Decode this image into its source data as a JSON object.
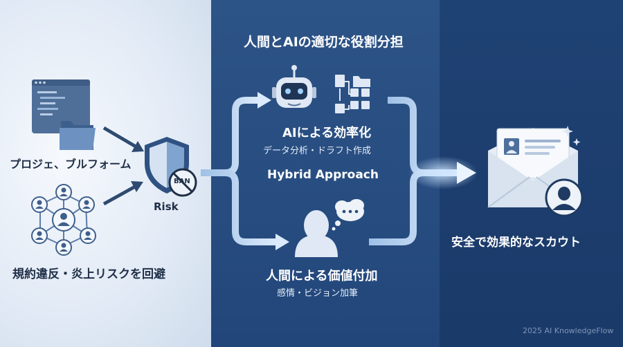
{
  "header": {
    "title": "人間とAIの適切な役割分担"
  },
  "left": {
    "platform_label": "プロジェ、ブルフォーム",
    "network_label": "規約違反・炎上リスクを回避",
    "risk_label": "Risk",
    "ban_text": "BAN"
  },
  "middle": {
    "ai_title": "AIによる効率化",
    "ai_sub": "データ分析・ドラフト作成",
    "hybrid_label": "Hybrid Approach",
    "human_title": "人間による価値付加",
    "human_sub": "感情・ビジョン加筆"
  },
  "right": {
    "result_label": "安全で効果的なスカウト"
  },
  "footer": {
    "credit": "2025 AI KnowledgeFlow"
  },
  "icons": [
    "code-window-icon",
    "folder-icon",
    "network-people-icon",
    "shield-icon",
    "ban-icon",
    "robot-icon",
    "documents-icon",
    "person-icon",
    "thought-bubble-icon",
    "envelope-icon",
    "profile-card-icon",
    "avatar-icon",
    "sparkle-icon",
    "arrow-icon"
  ]
}
